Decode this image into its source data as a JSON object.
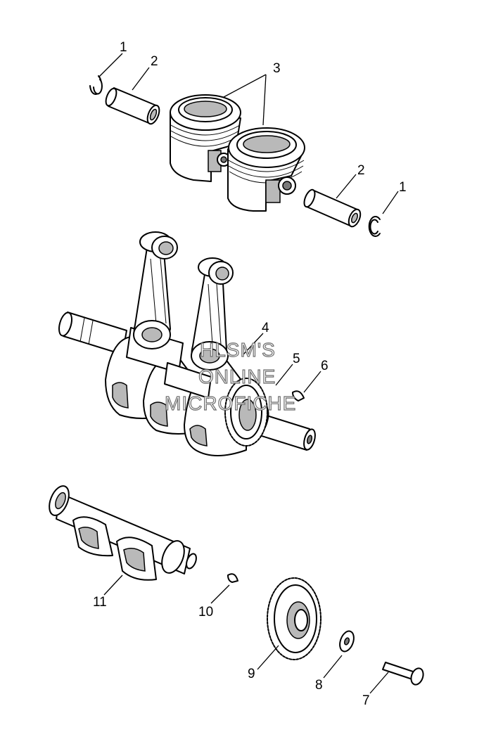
{
  "callouts": {
    "c1a": "1",
    "c2a": "2",
    "c3": "3",
    "c2b": "2",
    "c1b": "1",
    "c4": "4",
    "c5": "5",
    "c6": "6",
    "c11": "11",
    "c10": "10",
    "c9": "9",
    "c8": "8",
    "c7": "7"
  },
  "watermark": {
    "line1": "HLSM'S",
    "line2": "ONLINE",
    "line3": "MICROFICHE"
  },
  "colors": {
    "line": "#000000",
    "shade": "#b9b9b9",
    "watermark_outline": "#6c6c6c"
  }
}
